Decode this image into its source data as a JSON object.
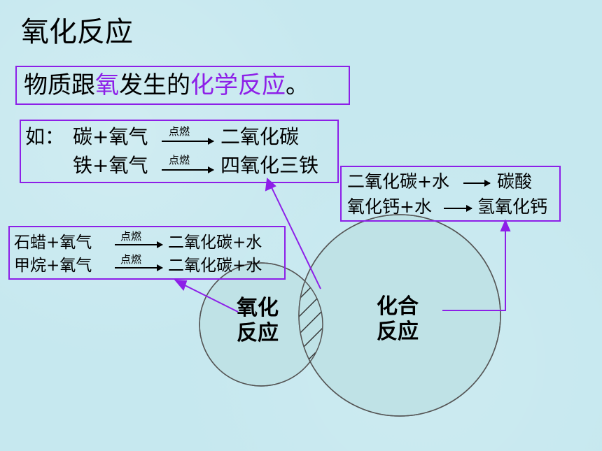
{
  "title": "氧化反应",
  "definition": {
    "prefix": "物质跟",
    "highlight1": "氧",
    "middle": "发生的",
    "highlight2": "化学反应",
    "suffix": "。"
  },
  "box_combination_oxidation": {
    "prefix": "如：",
    "eq1": {
      "reactants": "碳+氧气",
      "condition": "点燃",
      "product": "二氧化碳"
    },
    "eq2": {
      "reactants": "铁+氧气",
      "condition": "点燃",
      "product": "四氧化三铁"
    }
  },
  "box_combination_only": {
    "eq1": {
      "reactants": "二氧化碳+水",
      "product": "碳酸"
    },
    "eq2": {
      "reactants": "氧化钙+水",
      "product": "氢氧化钙"
    }
  },
  "box_oxidation_only": {
    "eq1": {
      "reactants": "石蜡+氧气",
      "condition": "点燃",
      "product": "二氧化碳+水"
    },
    "eq2": {
      "reactants": "甲烷+氧气",
      "condition": "点燃",
      "product": "二氧化碳+水"
    }
  },
  "circles": {
    "oxidation": {
      "line1": "氧化",
      "line2": "反应"
    },
    "combination": {
      "line1": "化合",
      "line2": "反应"
    }
  },
  "colors": {
    "background": "#c6e8ef",
    "accent": "#8d1fe8",
    "circle_fill": "#bfe2e6",
    "circle_stroke": "#555555"
  }
}
